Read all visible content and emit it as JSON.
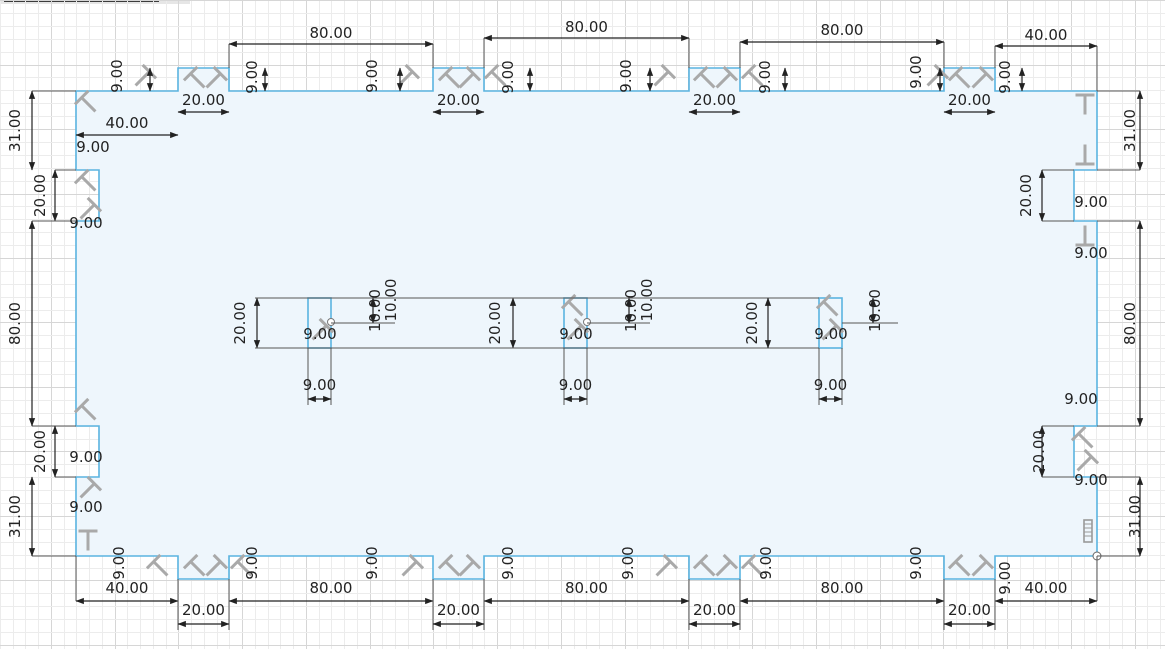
{
  "colors": {
    "background": "#ffffff",
    "grid_minor": "#ececec",
    "grid_major": "#d6d6d6",
    "profile_fill": "#eef6fc",
    "profile_stroke": "#5ab4e0",
    "dimension": "#222222",
    "constraint_icon": "#a9a9a9"
  },
  "dimensions": {
    "slot_spacing": "80.00",
    "end_offset": "40.00",
    "slot_width": "20.00",
    "slot_depth": "9.00",
    "side_end": "31.00",
    "inner_slot_length": "20.00",
    "inner_slot_width": "9.00",
    "inner_offset": "10.00"
  },
  "icons": {
    "constraint": "perpendicular-constraint-icon",
    "fix": "fix-constraint-icon"
  }
}
